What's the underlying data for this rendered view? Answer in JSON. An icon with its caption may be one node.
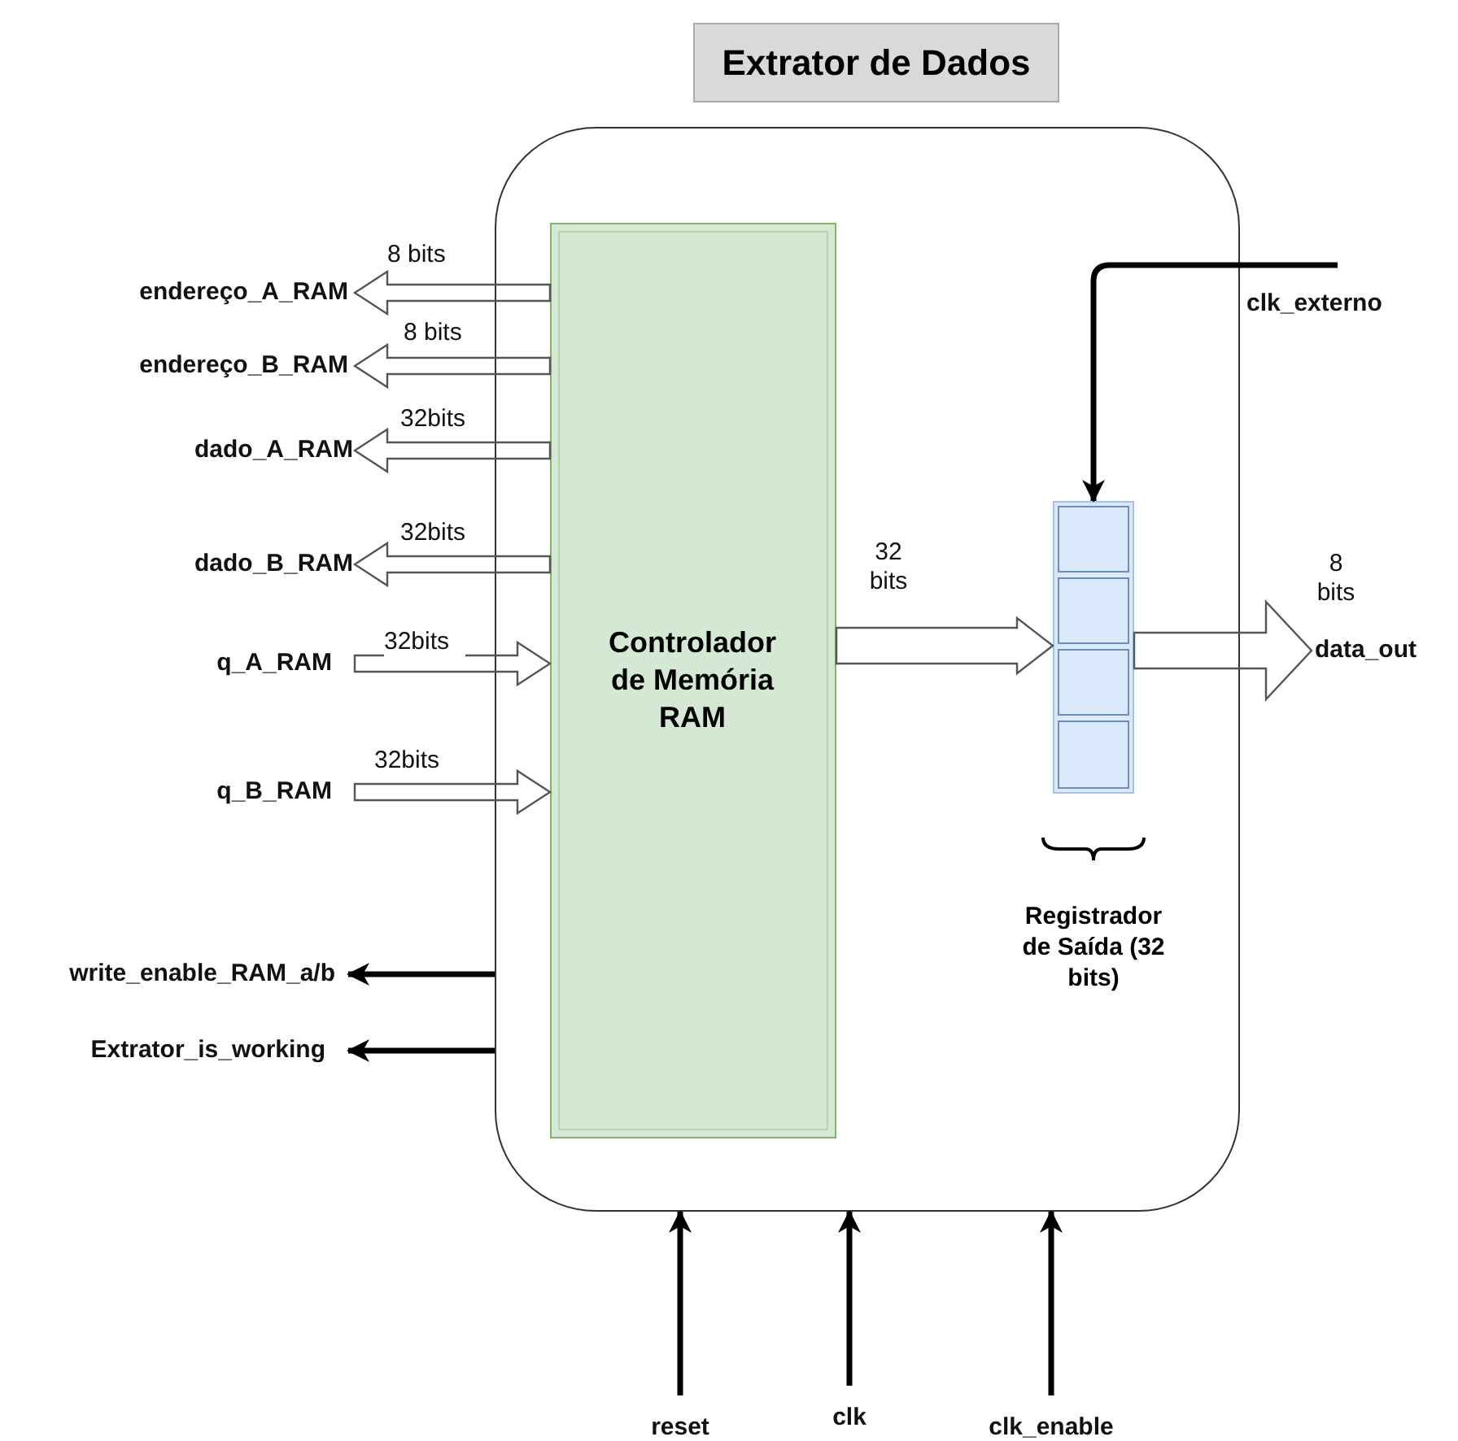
{
  "diagram": {
    "title": "Extrator de Dados",
    "nodes": [
      {
        "text": [],
        "shape": "box"
      },
      {
        "text": [
          "Controlador de Memória RAM"
        ],
        "in": 0
      },
      {
        "text": [],
        "shape": "box",
        "in": 0
      },
      {
        "text": [
          "endereço_A_RAM"
        ]
      },
      {
        "text": [
          "endereço_B_RAM"
        ]
      },
      {
        "text": [
          "dado_A_RAM"
        ]
      },
      {
        "text": [
          "dado_B_RAM"
        ]
      },
      {
        "text": [
          "q_A_RAM"
        ]
      },
      {
        "text": [
          "q_B_RAM"
        ]
      },
      {
        "text": [
          "write_enable_RAM_a/b"
        ]
      },
      {
        "text": [
          "Extrator_is_working"
        ]
      },
      {
        "text": [
          "clk_externo"
        ]
      },
      {
        "text": [
          "data_out"
        ]
      },
      {
        "text": [
          "reset"
        ]
      },
      {
        "text": [
          "clk"
        ]
      },
      {
        "text": [
          "clk_enable"
        ]
      }
    ],
    "edges": [
      {
        "from": 1,
        "to": 3,
        "arrow": "to",
        "label": "8 bits",
        "style": "thick"
      },
      {
        "from": 1,
        "to": 4,
        "arrow": "to",
        "label": "8 bits",
        "style": "thick"
      },
      {
        "from": 1,
        "to": 5,
        "arrow": "to",
        "label": "32bits",
        "style": "thick"
      },
      {
        "from": 1,
        "to": 6,
        "arrow": "to",
        "label": "32bits",
        "style": "thick"
      },
      {
        "from": 7,
        "to": 1,
        "arrow": "to",
        "label": "32bits",
        "style": "thick"
      },
      {
        "from": 8,
        "to": 1,
        "arrow": "to",
        "label": "32bits",
        "style": "thick"
      },
      {
        "from": 1,
        "to": 2,
        "arrow": "to",
        "label": "32 bits",
        "style": "thick"
      },
      {
        "from": 2,
        "to": 12,
        "arrow": "to",
        "label": "8 bits",
        "style": "thick"
      },
      {
        "from": 0,
        "to": 9,
        "arrow": "to"
      },
      {
        "from": 0,
        "to": 10,
        "arrow": "to"
      },
      {
        "from": 11,
        "to": 2,
        "arrow": "to"
      },
      {
        "from": 13,
        "to": 0,
        "arrow": "to"
      },
      {
        "from": 14,
        "to": 0,
        "arrow": "to"
      },
      {
        "from": 15,
        "to": 0,
        "arrow": "to"
      }
    ],
    "labels": [
      "Registrador de Saída (32 bits)"
    ]
  }
}
